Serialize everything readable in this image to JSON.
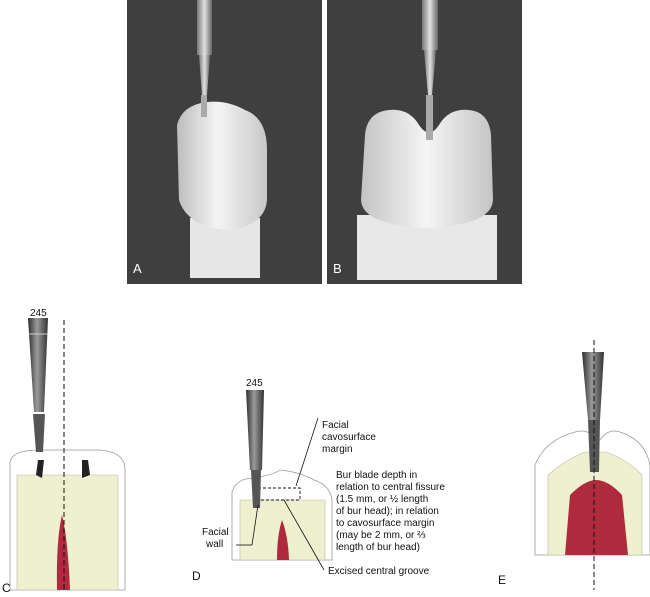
{
  "panels": {
    "a": "A",
    "b": "B",
    "c": "C",
    "d": "D",
    "e": "E"
  },
  "bur_labels": {
    "c": "245",
    "d": "245"
  },
  "annotations": {
    "facial_cavosurface_line1": "Facial",
    "facial_cavosurface_line2": "cavosurface",
    "facial_cavosurface_line3": "margin",
    "bur_depth_line1": "Bur blade depth in",
    "bur_depth_line2": "relation to central fissure",
    "bur_depth_line3": "(1.5 mm, or ½ length",
    "bur_depth_line4": "of bur head); in relation",
    "bur_depth_line5": "to cavosurface margin",
    "bur_depth_line6": "(may be 2 mm, or ⅔",
    "bur_depth_line7": "length of bur head)",
    "facial_wall_line1": "Facial",
    "facial_wall_line2": "wall",
    "excised_groove": "Excised central groove"
  },
  "colors": {
    "photo_bg": "#3f3f3f",
    "dentin": "#eef0cf",
    "pulp": "#b02a3e",
    "bur": "#4a4a4a"
  }
}
